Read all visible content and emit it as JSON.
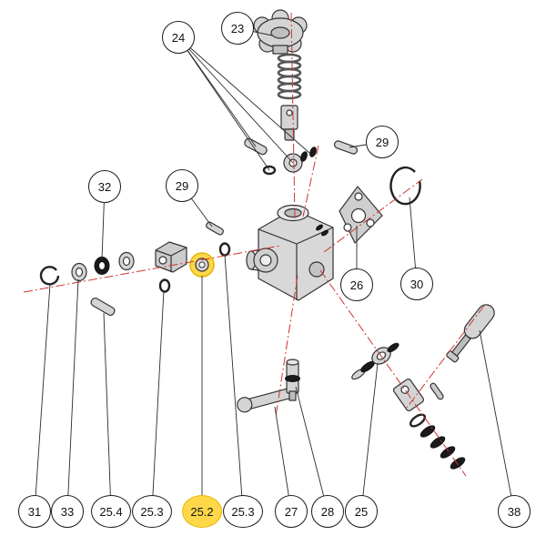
{
  "diagram": {
    "type": "exploded-parts-diagram",
    "colors": {
      "highlight": "#FFD84A",
      "highlight-border": "#E8B400",
      "centerline": "#D03430"
    },
    "callouts": [
      {
        "label": "24",
        "highlighted": false
      },
      {
        "label": "23",
        "highlighted": false
      },
      {
        "label": "29",
        "highlighted": false
      },
      {
        "label": "32",
        "highlighted": false
      },
      {
        "label": "29",
        "highlighted": false
      },
      {
        "label": "26",
        "highlighted": false
      },
      {
        "label": "30",
        "highlighted": false
      },
      {
        "label": "31",
        "highlighted": false
      },
      {
        "label": "33",
        "highlighted": false
      },
      {
        "label": "25.4",
        "highlighted": false
      },
      {
        "label": "25.3",
        "highlighted": false
      },
      {
        "label": "25.2",
        "highlighted": true
      },
      {
        "label": "25.3",
        "highlighted": false
      },
      {
        "label": "27",
        "highlighted": false
      },
      {
        "label": "28",
        "highlighted": false
      },
      {
        "label": "25",
        "highlighted": false
      },
      {
        "label": "38",
        "highlighted": false
      }
    ]
  }
}
